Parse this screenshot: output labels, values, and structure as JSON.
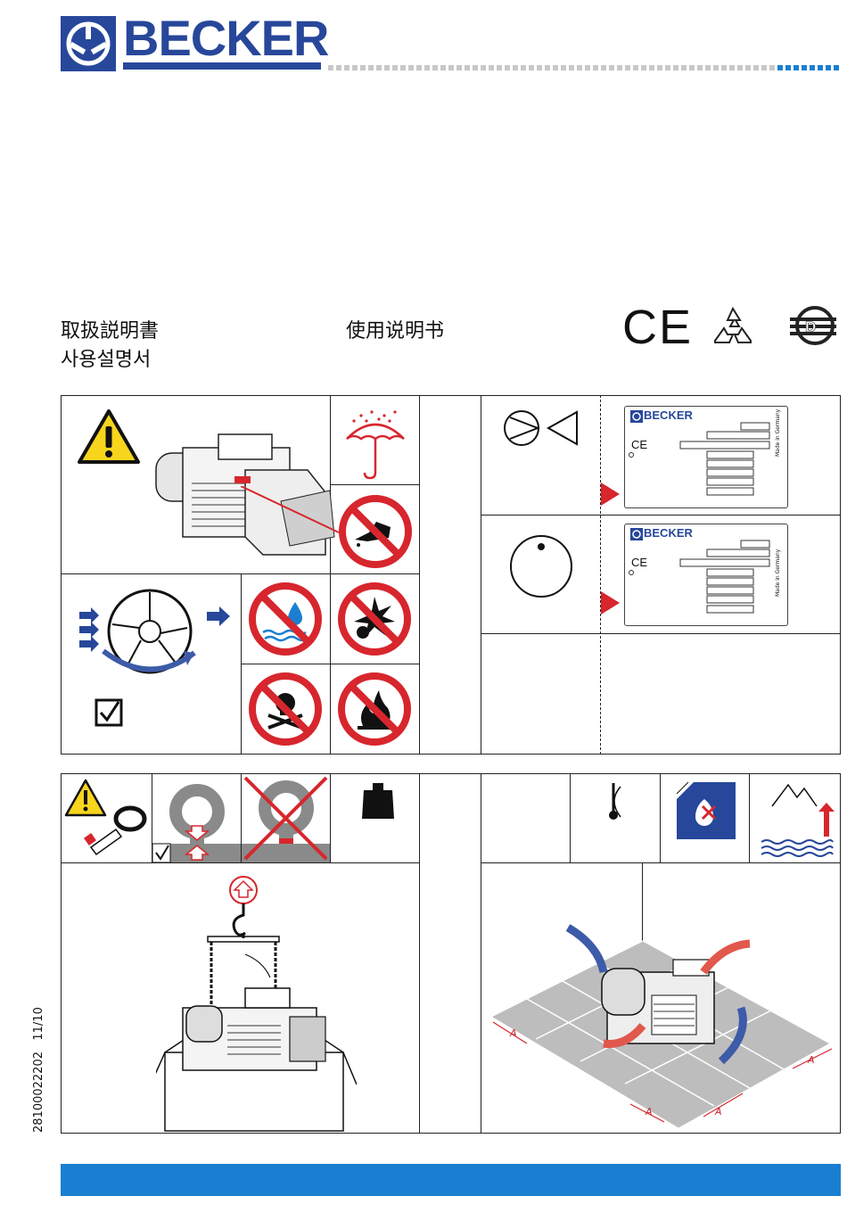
{
  "brand": {
    "name": "BECKER",
    "color": "#27479a"
  },
  "titles": {
    "japanese": "取扱説明書",
    "korean": "사용설명서",
    "chinese": "使用说明书"
  },
  "marks": {
    "ce": "CE",
    "recycle_icon": "recycle-icon",
    "dgs_icon": "certification-icon"
  },
  "nameplate": {
    "logo": "BECKER",
    "ce": "CE",
    "made_in": "Made in Germany"
  },
  "dimension_label": "A",
  "document_number": "28100022202   11/10",
  "colors": {
    "accent_blue": "#1a7fd0",
    "prohibit_red": "#d7262d",
    "warning_yellow": "#f7d51d",
    "arrow_blue": "#3d5ba8",
    "floor_grey": "#bdbdbd"
  }
}
